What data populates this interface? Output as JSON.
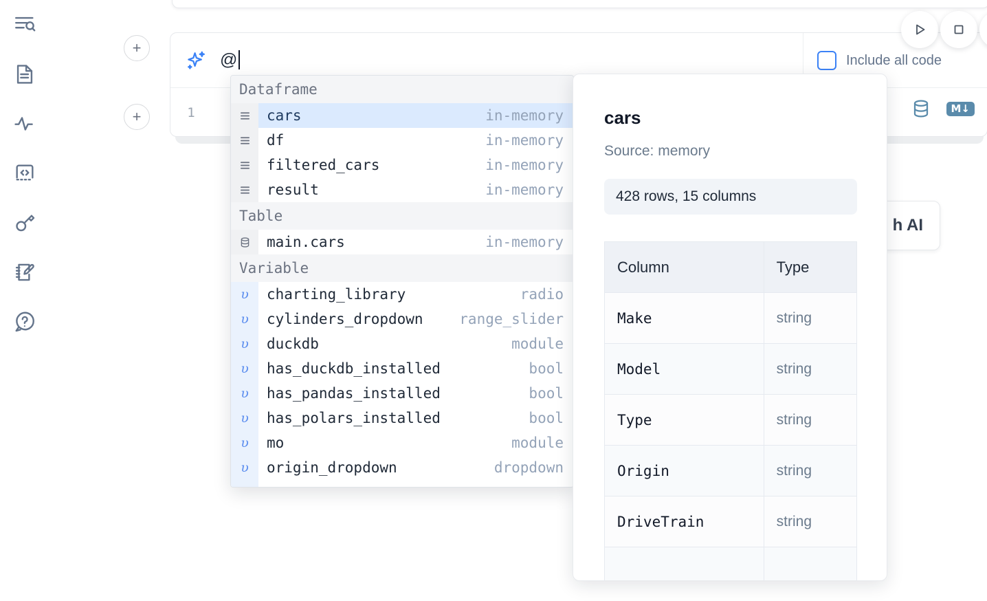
{
  "sidebar": {
    "items": [
      {
        "name": "file-explorer-search-icon",
        "label": "Explore files"
      },
      {
        "name": "document-icon",
        "label": "Notebook outline"
      },
      {
        "name": "activity-pulse-icon",
        "label": "Dependencies"
      },
      {
        "name": "code-brackets-icon",
        "label": "Snippets"
      },
      {
        "name": "key-icon",
        "label": "Secrets"
      },
      {
        "name": "notebook-pencil-icon",
        "label": "Scratchpad"
      },
      {
        "name": "help-chat-icon",
        "label": "Help"
      }
    ]
  },
  "toolbar": {
    "run_label": "Run",
    "stop_label": "Stop",
    "include_all_code_label": "Include all code"
  },
  "ai_cell": {
    "prompt_value": "@",
    "sparkle_icon": "ai-sparkle-icon",
    "line_number": "1",
    "db_icon": "database-icon",
    "markdown_badge": "M↓"
  },
  "background_card": {
    "label": "h AI"
  },
  "autocomplete": {
    "groups": [
      {
        "title": "Dataframe",
        "icon": "dataframe-rows-icon",
        "items": [
          {
            "name": "cars",
            "type": "in-memory",
            "selected": true
          },
          {
            "name": "df",
            "type": "in-memory",
            "selected": false
          },
          {
            "name": "filtered_cars",
            "type": "in-memory",
            "selected": false
          },
          {
            "name": "result",
            "type": "in-memory",
            "selected": false
          }
        ]
      },
      {
        "title": "Table",
        "icon": "database-icon",
        "items": [
          {
            "name": "main.cars",
            "type": "in-memory",
            "selected": false
          }
        ]
      },
      {
        "title": "Variable",
        "icon": "variable-icon",
        "items": [
          {
            "name": "charting_library",
            "type": "radio",
            "selected": false
          },
          {
            "name": "cylinders_dropdown",
            "type": "range_slider",
            "selected": false
          },
          {
            "name": "duckdb",
            "type": "module",
            "selected": false
          },
          {
            "name": "has_duckdb_installed",
            "type": "bool",
            "selected": false
          },
          {
            "name": "has_pandas_installed",
            "type": "bool",
            "selected": false
          },
          {
            "name": "has_polars_installed",
            "type": "bool",
            "selected": false
          },
          {
            "name": "mo",
            "type": "module",
            "selected": false
          },
          {
            "name": "origin_dropdown",
            "type": "dropdown",
            "selected": false
          }
        ]
      }
    ]
  },
  "preview": {
    "title": "cars",
    "source": "Source: memory",
    "shape": "428 rows, 15 columns",
    "columns_header": "Column",
    "type_header": "Type",
    "rows": [
      {
        "column": "Make",
        "type": "string"
      },
      {
        "column": "Model",
        "type": "string"
      },
      {
        "column": "Type",
        "type": "string"
      },
      {
        "column": "Origin",
        "type": "string"
      },
      {
        "column": "DriveTrain",
        "type": "string"
      }
    ]
  },
  "colors": {
    "accent_blue": "#3b82f6",
    "selection_blue": "#dbeafe",
    "steel_blue": "#5a8bab",
    "muted_text": "#94a3b8"
  }
}
